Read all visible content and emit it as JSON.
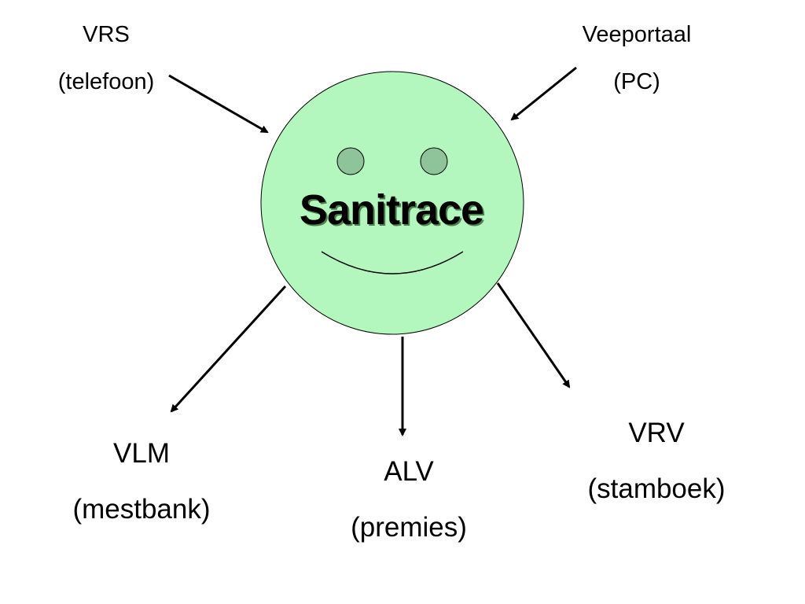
{
  "center": {
    "title": "Sanitrace",
    "face_fill": "#b3f7bf",
    "eye_fill": "#8fc49b"
  },
  "inputs": [
    {
      "line1": "VRS",
      "line2": "(telefoon)"
    },
    {
      "line1": "Veeportaal",
      "line2": "(PC)"
    }
  ],
  "outputs": [
    {
      "line1": "VLM",
      "line2": "(mestbank)"
    },
    {
      "line1": "ALV",
      "line2": "(premies)"
    },
    {
      "line1": "VRV",
      "line2": "(stamboek)"
    }
  ]
}
